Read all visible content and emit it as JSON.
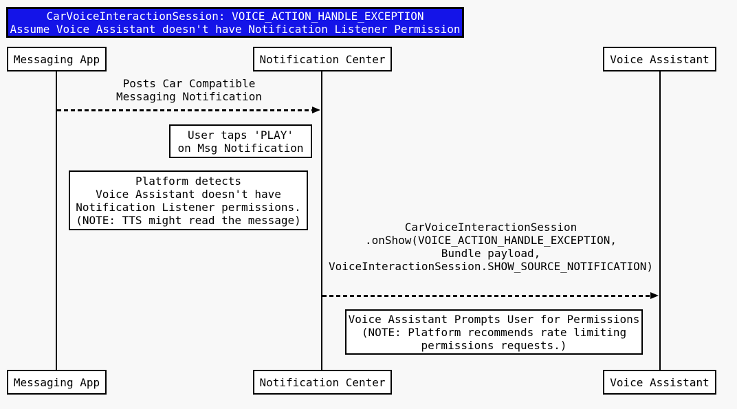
{
  "title": {
    "lines": [
      "CarVoiceInteractionSession: VOICE_ACTION_HANDLE_EXCEPTION",
      "Assume Voice Assistant doesn't have Notification Listener Permission"
    ]
  },
  "participants": [
    {
      "id": "messaging-app",
      "label": "Messaging App"
    },
    {
      "id": "notification-center",
      "label": "Notification Center"
    },
    {
      "id": "voice-assistant",
      "label": "Voice Assistant"
    }
  ],
  "messages": [
    {
      "from": "messaging-app",
      "to": "notification-center",
      "style": "dashed-arrow",
      "lines": [
        "Posts Car Compatible",
        "Messaging Notification"
      ]
    },
    {
      "from": "notification-center",
      "to": "voice-assistant",
      "style": "dashed-arrow",
      "lines": [
        "CarVoiceInteractionSession",
        ".onShow(VOICE_ACTION_HANDLE_EXCEPTION,",
        "Bundle payload,",
        "VoiceInteractionSession.SHOW_SOURCE_NOTIFICATION)"
      ]
    }
  ],
  "notes": [
    {
      "lines": [
        "User taps 'PLAY'",
        "on Msg Notification"
      ]
    },
    {
      "lines": [
        "Platform detects",
        "Voice Assistant doesn't have",
        "Notification Listener permissions.",
        "(NOTE: TTS might read the message)"
      ]
    },
    {
      "lines": [
        "Voice Assistant Prompts User for Permissions",
        "(NOTE: Platform recommends rate limiting",
        "permissions requests.)"
      ]
    }
  ],
  "colors": {
    "title_bg": "#1414e8",
    "title_fg": "#ffffff",
    "line_color": "#000000",
    "box_bg": "#ffffff",
    "page_bg": "#f8f8f8"
  }
}
